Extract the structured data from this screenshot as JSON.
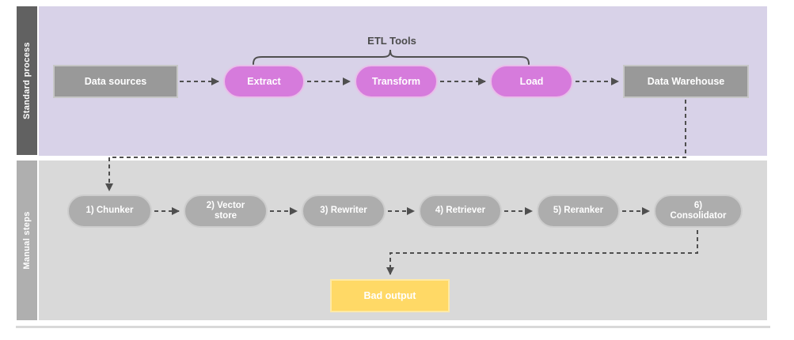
{
  "lanes": {
    "standard": {
      "label": "Standard process",
      "bar_color": "#616161",
      "body_color": "#D8D2E8"
    },
    "manual": {
      "label": "Manual steps",
      "bar_color": "#AFAFAF",
      "body_color": "#D9D9D9"
    }
  },
  "annotations": {
    "etl_tools": "ETL Tools"
  },
  "standard_nodes": [
    {
      "id": "data-sources",
      "label": "Data sources",
      "shape": "rectangle",
      "color": "#999999"
    },
    {
      "id": "extract",
      "label": "Extract",
      "shape": "pill",
      "color": "#D67BDC"
    },
    {
      "id": "transform",
      "label": "Transform",
      "shape": "pill",
      "color": "#D67BDC"
    },
    {
      "id": "load",
      "label": "Load",
      "shape": "pill",
      "color": "#D67BDC"
    },
    {
      "id": "data-warehouse",
      "label": "Data Warehouse",
      "shape": "rectangle",
      "color": "#999999"
    }
  ],
  "manual_nodes": [
    {
      "id": "chunker",
      "label": "1) Chunker"
    },
    {
      "id": "vector-store",
      "label": "2) Vector store"
    },
    {
      "id": "rewriter",
      "label": "3) Rewriter"
    },
    {
      "id": "retriever",
      "label": "4) Retriever"
    },
    {
      "id": "reranker",
      "label": "5) Reranker"
    },
    {
      "id": "consolidator",
      "label": "6) Consolidator"
    }
  ],
  "output_node": {
    "id": "bad-output",
    "label": "Bad output",
    "shape": "rectangle",
    "color": "#FFD966"
  },
  "edges": [
    {
      "from": "Data sources",
      "to": "Extract",
      "style": "dashed-arrow"
    },
    {
      "from": "Extract",
      "to": "Transform",
      "style": "dashed-arrow"
    },
    {
      "from": "Transform",
      "to": "Load",
      "style": "dashed-arrow"
    },
    {
      "from": "Load",
      "to": "Data Warehouse",
      "style": "dashed-arrow"
    },
    {
      "from": "Data Warehouse",
      "to": "1) Chunker",
      "style": "dashed-arrow"
    },
    {
      "from": "1) Chunker",
      "to": "2) Vector store",
      "style": "dashed-arrow"
    },
    {
      "from": "2) Vector store",
      "to": "3) Rewriter",
      "style": "dashed-arrow"
    },
    {
      "from": "3) Rewriter",
      "to": "4) Retriever",
      "style": "dashed-arrow"
    },
    {
      "from": "4) Retriever",
      "to": "5) Reranker",
      "style": "dashed-arrow"
    },
    {
      "from": "5) Reranker",
      "to": "6) Consolidator",
      "style": "dashed-arrow"
    },
    {
      "from": "6) Consolidator",
      "to": "Bad output",
      "style": "dashed-arrow"
    }
  ],
  "brace": {
    "label": "ETL Tools",
    "spans": [
      "Extract",
      "Transform",
      "Load"
    ]
  },
  "colors": {
    "connector": "#4F4F4F",
    "etl_pill": "#D67BDC",
    "etl_pill_border": "#E8BEE9",
    "gray_box": "#999999",
    "gray_box_border": "#C6C6C6",
    "manual_pill": "#ADADAD",
    "manual_pill_border": "#CDCDCD",
    "bad_output": "#FFD966",
    "lane_standard_bg": "#D8D2E8",
    "lane_standard_bar": "#616161",
    "lane_manual_bg": "#D9D9D9",
    "lane_manual_bar": "#AFAFAF",
    "annotation_text": "#4B4B4B"
  }
}
